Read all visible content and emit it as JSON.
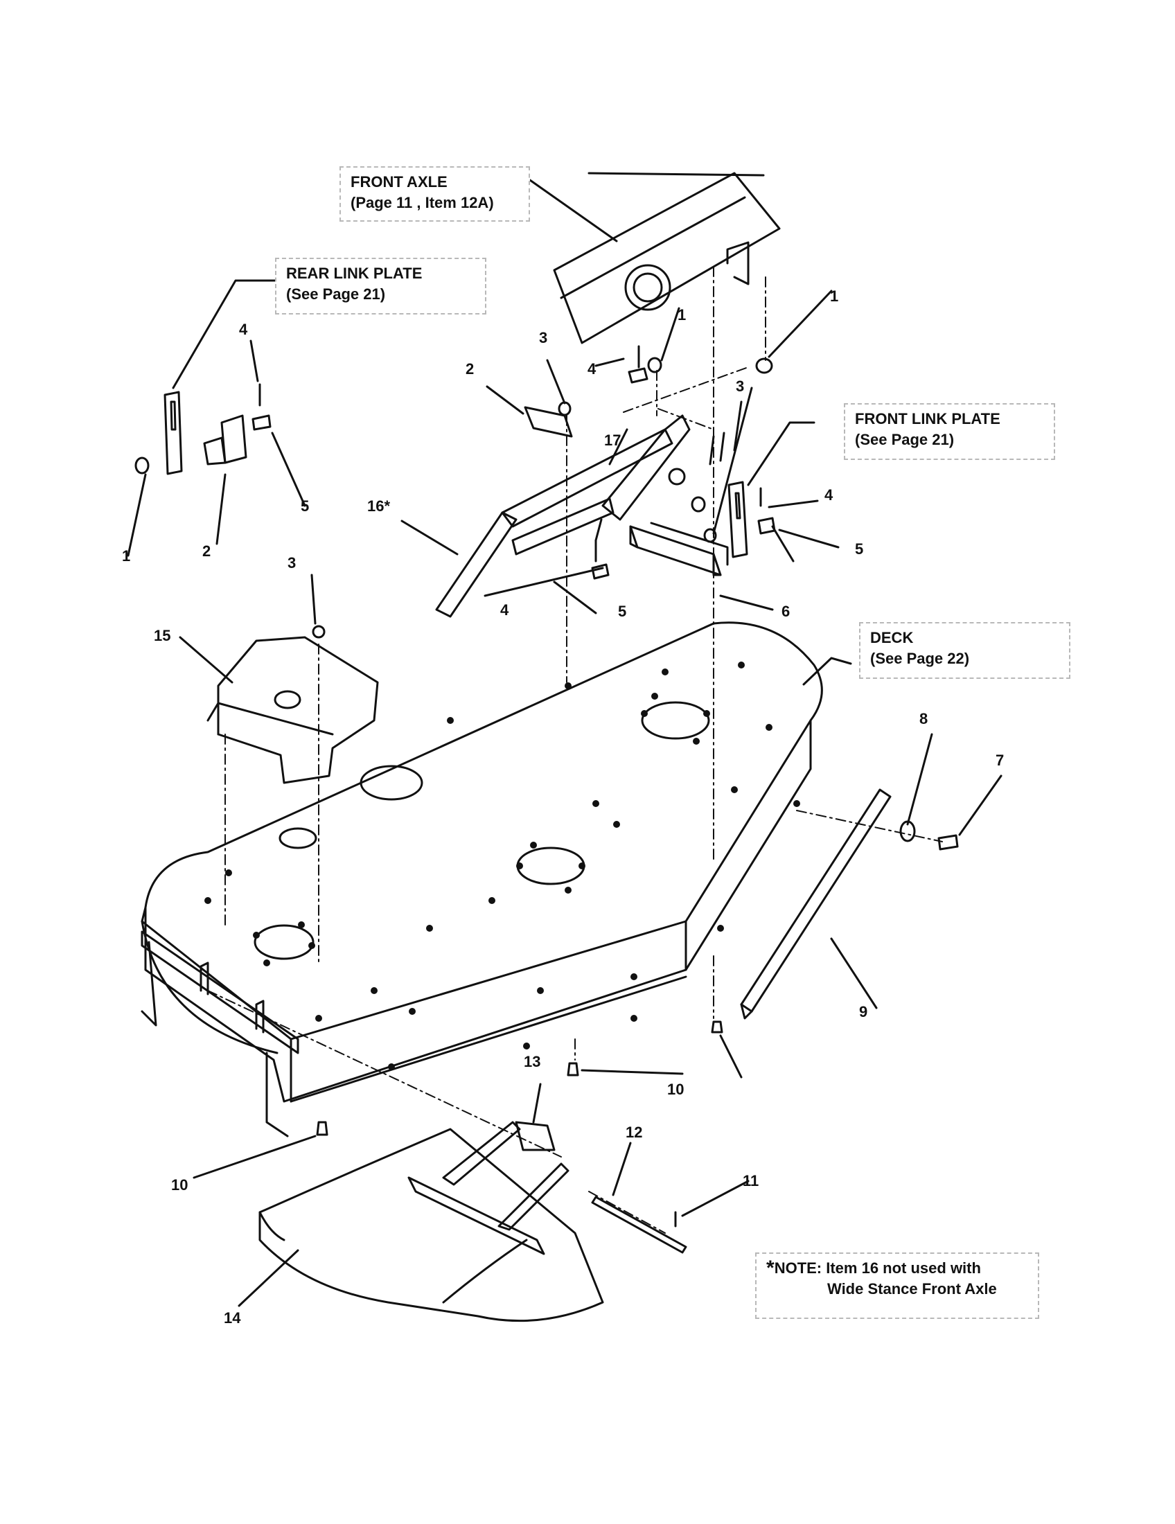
{
  "callouts": {
    "front_axle": {
      "title": "FRONT AXLE",
      "ref": "(Page 11 , Item 12A)"
    },
    "rear_link_plate": {
      "title": "REAR LINK PLATE",
      "ref": "(See Page 21)"
    },
    "front_link_plate": {
      "title": "FRONT LINK PLATE",
      "ref": "(See Page 21)"
    },
    "deck": {
      "title": "DECK",
      "ref": "(See Page 22)"
    }
  },
  "note": {
    "star": "*",
    "line1": "NOTE: Item 16 not used with",
    "line2": "Wide Stance Front Axle"
  },
  "part_numbers": {
    "n1a": "1",
    "n1b": "1",
    "n1c": "1",
    "n2a": "2",
    "n2b": "2",
    "n3a": "3",
    "n3b": "3",
    "n3c": "3",
    "n4a": "4",
    "n4b": "4",
    "n4c": "4",
    "n4d": "4",
    "n5a": "5",
    "n5b": "5",
    "n5c": "5",
    "n6": "6",
    "n7": "7",
    "n8": "8",
    "n9": "9",
    "n10a": "10",
    "n10b": "10",
    "n11": "11",
    "n12": "12",
    "n13": "13",
    "n14": "14",
    "n15": "15",
    "n16": "16*",
    "n17": "17"
  }
}
